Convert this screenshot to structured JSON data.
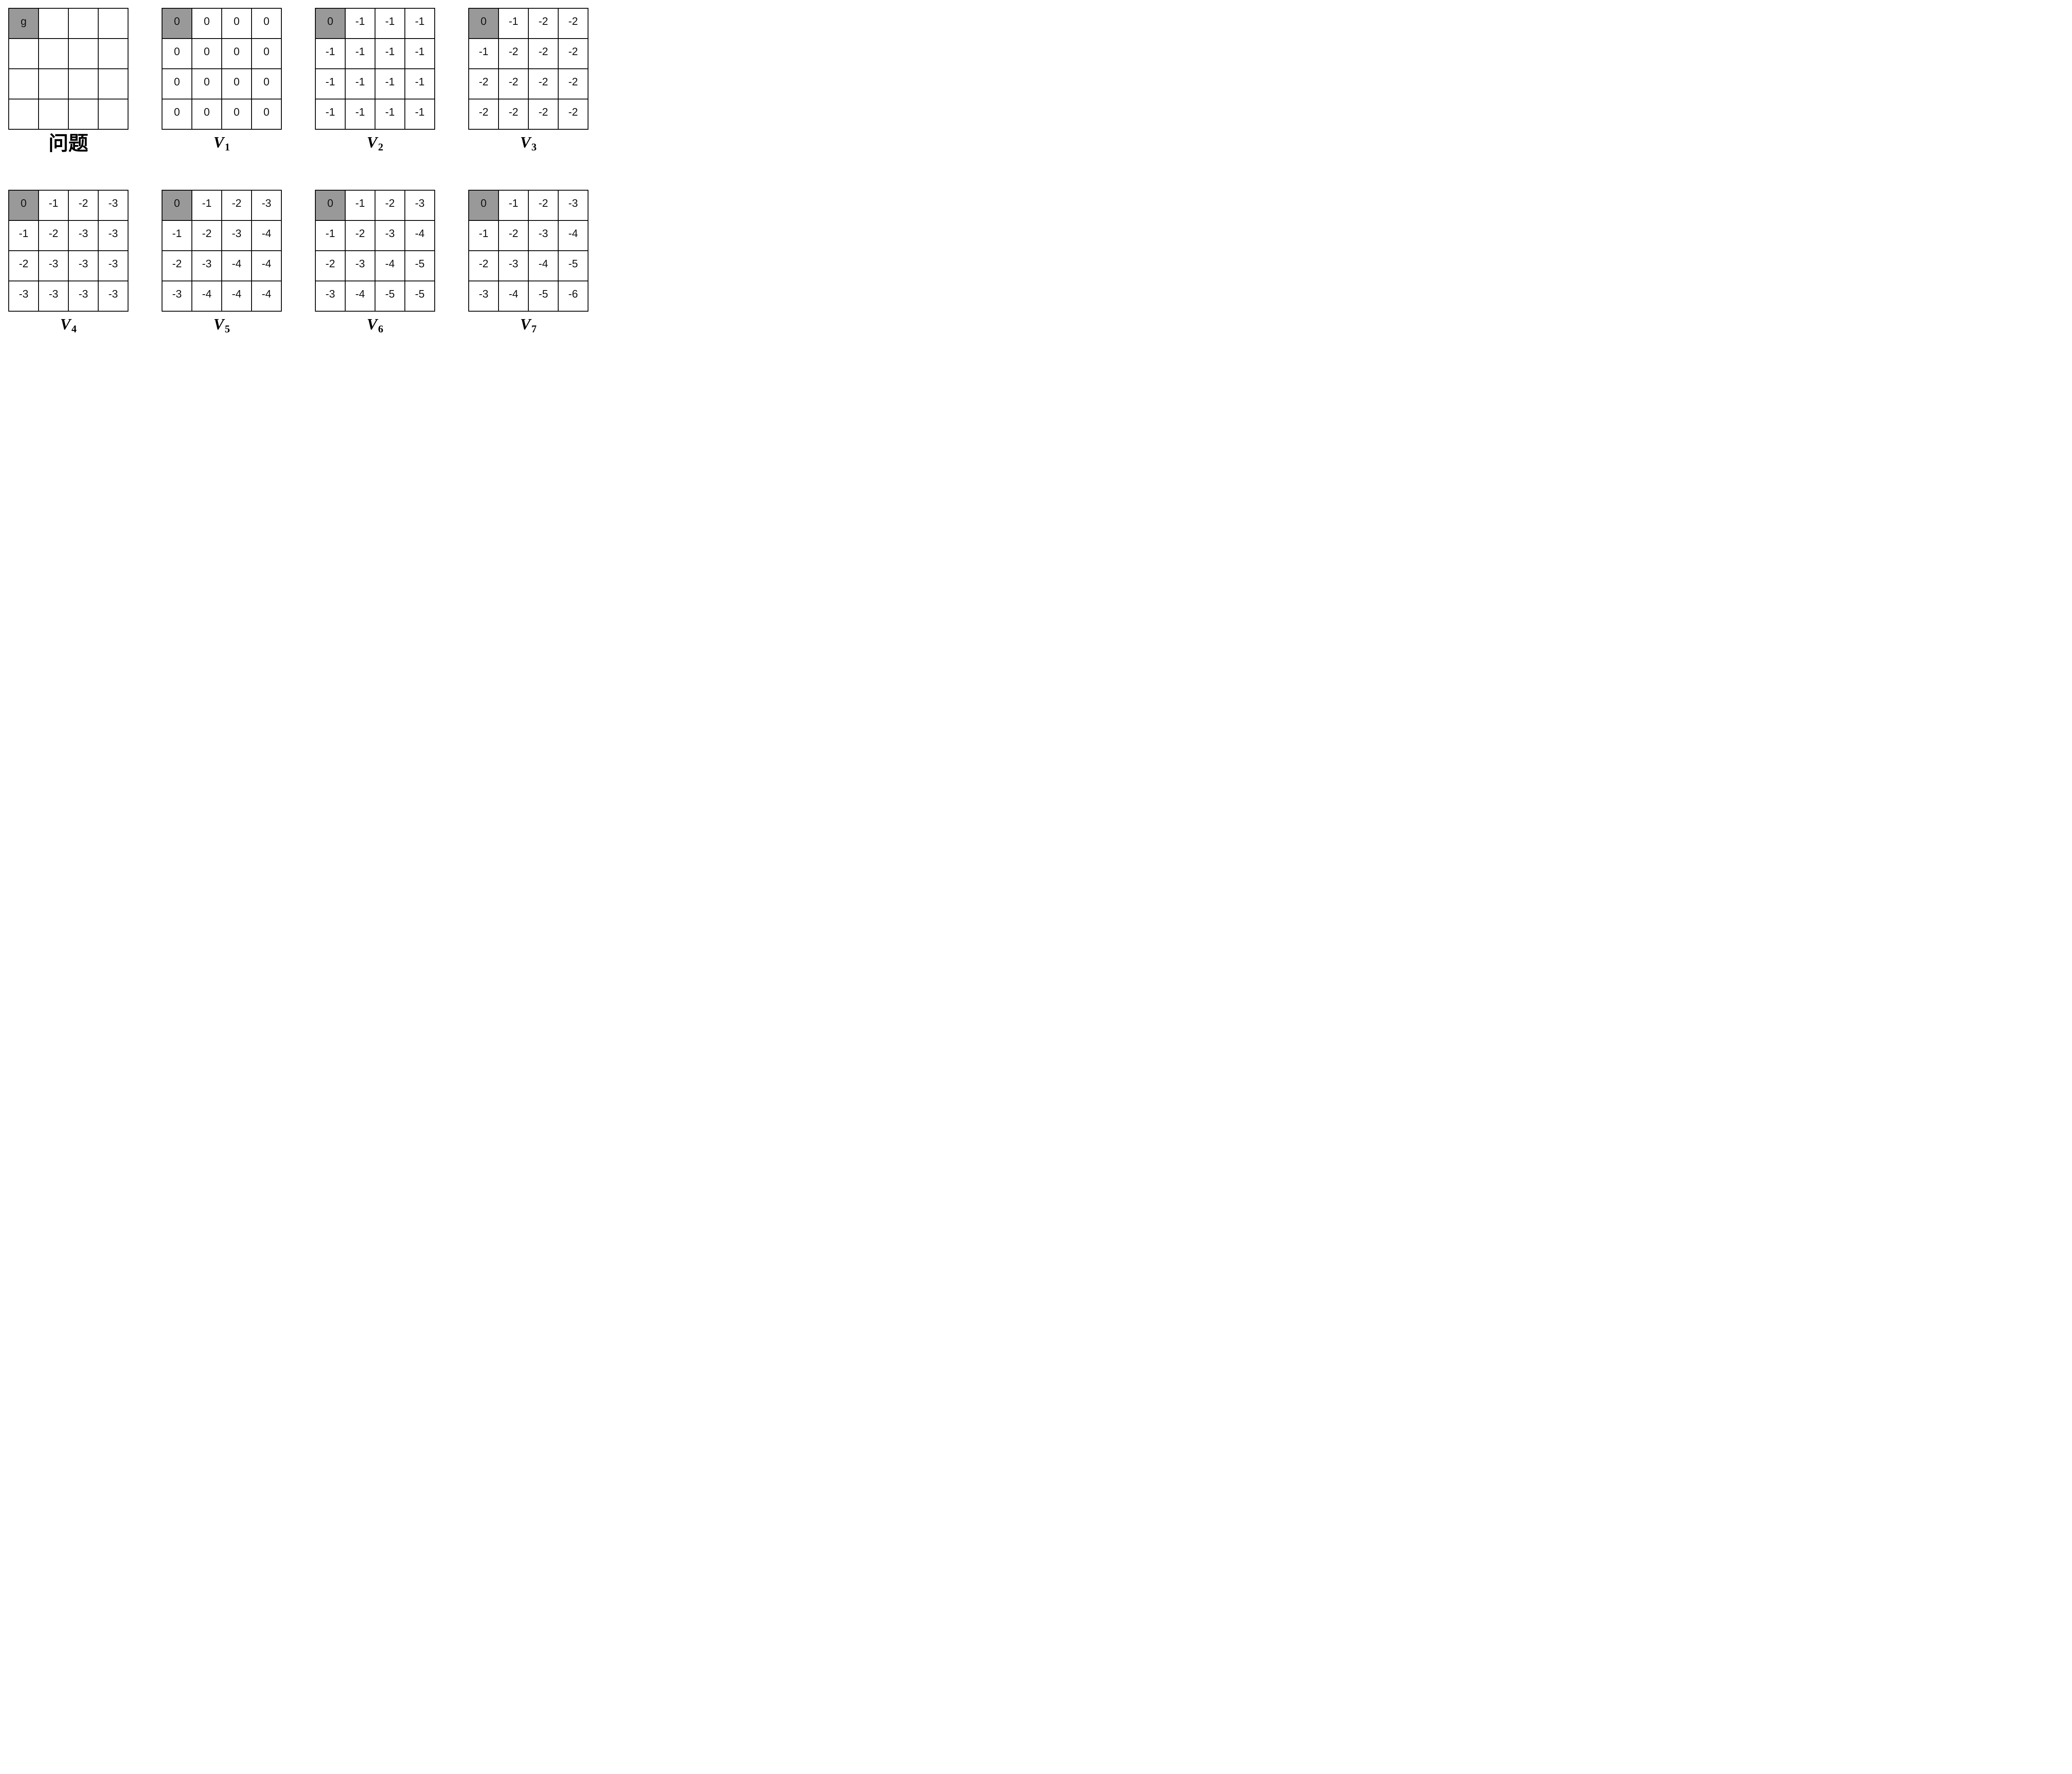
{
  "figure": {
    "description_colors": {
      "background": "#ffffff",
      "grid_line": "#000000",
      "cell_background": "#ffffff",
      "goal_cell_background": "#999999",
      "value_text": "#111111"
    },
    "grid_rows": 4,
    "grid_cols": 4,
    "goal_cell": {
      "row": 0,
      "col": 0
    }
  },
  "panels": [
    {
      "id": "problem",
      "caption": "问题",
      "caption_sub": "",
      "caption_style": "cjk",
      "cells": [
        [
          "g",
          "",
          "",
          ""
        ],
        [
          "",
          "",
          "",
          ""
        ],
        [
          "",
          "",
          "",
          ""
        ],
        [
          "",
          "",
          "",
          ""
        ]
      ]
    },
    {
      "id": "v1",
      "caption": "V",
      "caption_sub": "1",
      "caption_style": "math",
      "cells": [
        [
          "0",
          "0",
          "0",
          "0"
        ],
        [
          "0",
          "0",
          "0",
          "0"
        ],
        [
          "0",
          "0",
          "0",
          "0"
        ],
        [
          "0",
          "0",
          "0",
          "0"
        ]
      ]
    },
    {
      "id": "v2",
      "caption": "V",
      "caption_sub": "2",
      "caption_style": "math",
      "cells": [
        [
          "0",
          "-1",
          "-1",
          "-1"
        ],
        [
          "-1",
          "-1",
          "-1",
          "-1"
        ],
        [
          "-1",
          "-1",
          "-1",
          "-1"
        ],
        [
          "-1",
          "-1",
          "-1",
          "-1"
        ]
      ]
    },
    {
      "id": "v3",
      "caption": "V",
      "caption_sub": "3",
      "caption_style": "math",
      "cells": [
        [
          "0",
          "-1",
          "-2",
          "-2"
        ],
        [
          "-1",
          "-2",
          "-2",
          "-2"
        ],
        [
          "-2",
          "-2",
          "-2",
          "-2"
        ],
        [
          "-2",
          "-2",
          "-2",
          "-2"
        ]
      ]
    },
    {
      "id": "v4",
      "caption": "V",
      "caption_sub": "4",
      "caption_style": "math",
      "cells": [
        [
          "0",
          "-1",
          "-2",
          "-3"
        ],
        [
          "-1",
          "-2",
          "-3",
          "-3"
        ],
        [
          "-2",
          "-3",
          "-3",
          "-3"
        ],
        [
          "-3",
          "-3",
          "-3",
          "-3"
        ]
      ]
    },
    {
      "id": "v5",
      "caption": "V",
      "caption_sub": "5",
      "caption_style": "math",
      "cells": [
        [
          "0",
          "-1",
          "-2",
          "-3"
        ],
        [
          "-1",
          "-2",
          "-3",
          "-4"
        ],
        [
          "-2",
          "-3",
          "-4",
          "-4"
        ],
        [
          "-3",
          "-4",
          "-4",
          "-4"
        ]
      ]
    },
    {
      "id": "v6",
      "caption": "V",
      "caption_sub": "6",
      "caption_style": "math",
      "cells": [
        [
          "0",
          "-1",
          "-2",
          "-3"
        ],
        [
          "-1",
          "-2",
          "-3",
          "-4"
        ],
        [
          "-2",
          "-3",
          "-4",
          "-5"
        ],
        [
          "-3",
          "-4",
          "-5",
          "-5"
        ]
      ]
    },
    {
      "id": "v7",
      "caption": "V",
      "caption_sub": "7",
      "caption_style": "math",
      "cells": [
        [
          "0",
          "-1",
          "-2",
          "-3"
        ],
        [
          "-1",
          "-2",
          "-3",
          "-4"
        ],
        [
          "-2",
          "-3",
          "-4",
          "-5"
        ],
        [
          "-3",
          "-4",
          "-5",
          "-6"
        ]
      ]
    }
  ],
  "layout": {
    "panels_per_row": 4
  }
}
